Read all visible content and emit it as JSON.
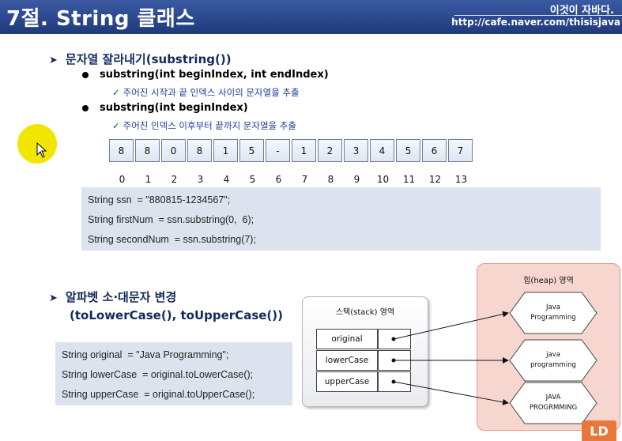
{
  "header": {
    "title": "7절. String 클래스",
    "brand": "이것이 자바다.",
    "url": "http://cafe.naver.com/thisisjava"
  },
  "section1": {
    "heading": "문자열 잘라내기(substring())",
    "items": [
      {
        "signature": "substring(int beginIndex, int endIndex)",
        "note": "주어진 시작과 끝 인덱스 사이의 문자열을 추출"
      },
      {
        "signature": "substring(int beginIndex)",
        "note": "주어진 인덱스 이후부터 끝까지 문자열을 추출"
      }
    ],
    "chars": [
      "8",
      "8",
      "0",
      "8",
      "1",
      "5",
      "-",
      "1",
      "2",
      "3",
      "4",
      "5",
      "6",
      "7"
    ],
    "indices": [
      "0",
      "1",
      "2",
      "3",
      "4",
      "5",
      "6",
      "7",
      "8",
      "9",
      "10",
      "11",
      "12",
      "13"
    ],
    "code": [
      "String ssn  = \"880815-1234567\";",
      "String firstNum  = ssn.substring(0,  6);",
      "String secondNum  = ssn.substring(7);"
    ]
  },
  "section2": {
    "heading_line1": "알파벳 소·대문자 변경",
    "heading_line2": "(toLowerCase(), toUpperCase())",
    "code": [
      "String original  = \"Java Programming\";",
      "String lowerCase  = original.toLowerCase();",
      "String upperCase  = original.toUpperCase();"
    ]
  },
  "diagram": {
    "stack_title": "스택(stack) 영역",
    "heap_title": "힙(heap) 영역",
    "vars": [
      "original",
      "lowerCase",
      "upperCase"
    ],
    "heap_objects": [
      {
        "line1": "Java",
        "line2": "Programming"
      },
      {
        "line1": "java",
        "line2": "programming"
      },
      {
        "line1": "JAVA",
        "line2": "PROGRMMING"
      }
    ]
  },
  "logo": "LD"
}
